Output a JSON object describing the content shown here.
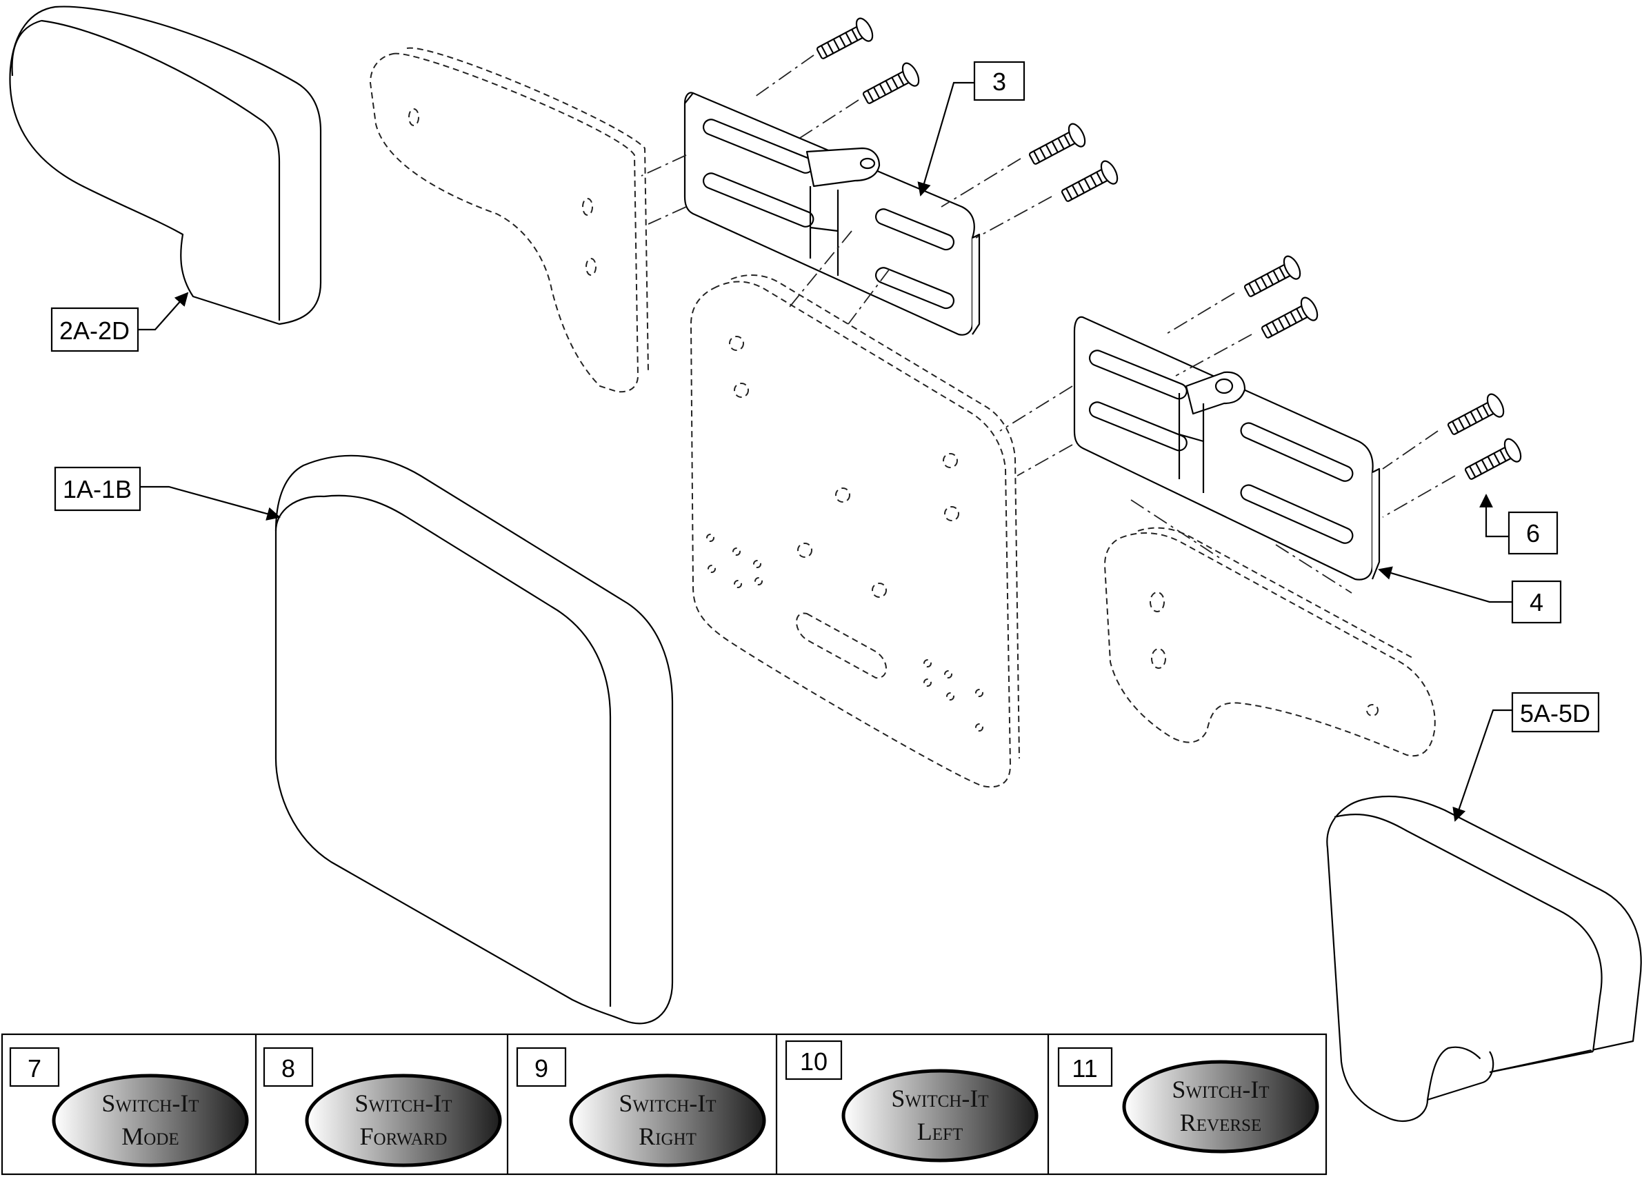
{
  "callouts": {
    "c3": "3",
    "c2": "2A-2D",
    "c1": "1A-1B",
    "c6": "6",
    "c4": "4",
    "c5": "5A-5D"
  },
  "legend": [
    {
      "number": "7",
      "line1": "Switch-It",
      "line2": "Mode"
    },
    {
      "number": "8",
      "line1": "Switch-It",
      "line2": "Forward"
    },
    {
      "number": "9",
      "line1": "Switch-It",
      "line2": "Right"
    },
    {
      "number": "10",
      "line1": "Switch-It",
      "line2": "Left"
    },
    {
      "number": "11",
      "line1": "Switch-It",
      "line2": "Reverse"
    }
  ],
  "colors": {
    "line": "#000000",
    "badge_dark": "#1e1e1e",
    "badge_light": "#ffffff"
  }
}
